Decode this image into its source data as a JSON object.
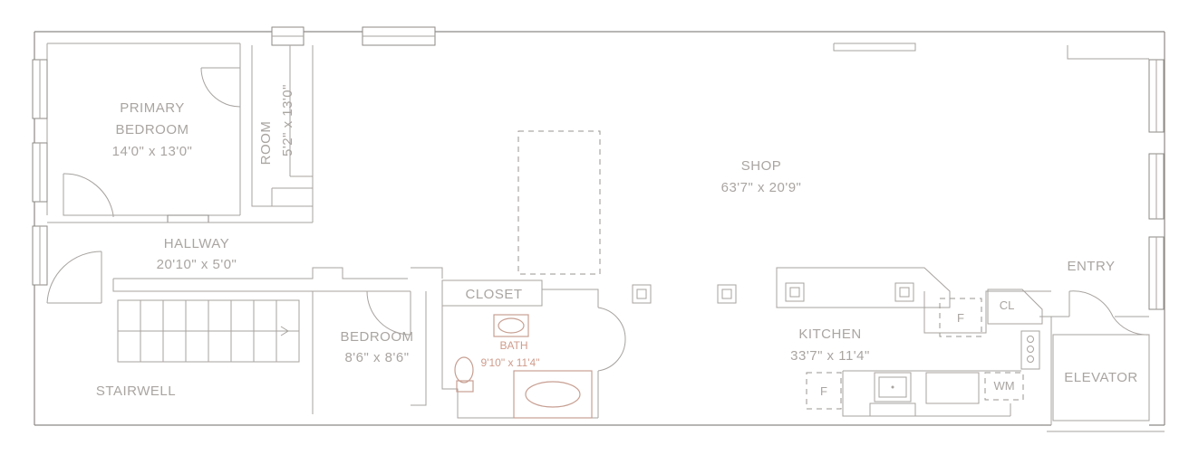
{
  "plan": {
    "accent_color": "#cf9c8c",
    "line_color": "#8e8a86",
    "rooms": {
      "primary_bedroom": {
        "name_line1": "PRIMARY",
        "name_line2": "BEDROOM",
        "dims": "14'0\" x 13'0\""
      },
      "room": {
        "name": "ROOM",
        "dims": "5'2\" x 13'0\""
      },
      "hallway": {
        "name": "HALLWAY",
        "dims": "20'10\" x 5'0\""
      },
      "shop": {
        "name": "SHOP",
        "dims": "63'7\" x 20'9\""
      },
      "closet": {
        "name": "CLOSET"
      },
      "bedroom": {
        "name": "BEDROOM",
        "dims": "8'6\" x 8'6\""
      },
      "bath": {
        "name": "BATH",
        "dims": "9'10\" x 11'4\""
      },
      "kitchen": {
        "name": "KITCHEN",
        "dims": "33'7\" x 11'4\""
      },
      "entry": {
        "name": "ENTRY"
      },
      "elevator": {
        "name": "ELEVATOR"
      },
      "stairwell": {
        "name": "STAIRWELL"
      }
    },
    "fixtures": {
      "fridge": "F",
      "freezer": "F",
      "closet_small": "CL",
      "washer": "WM"
    }
  }
}
